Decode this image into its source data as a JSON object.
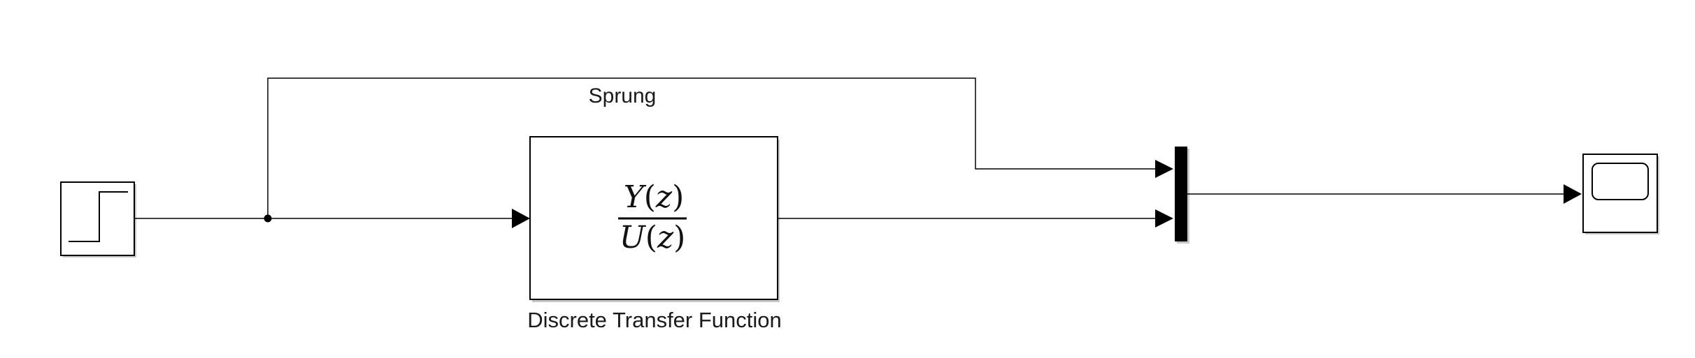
{
  "diagram": {
    "signal_label": "Sprung",
    "tf_block_label": "Discrete Transfer Function",
    "tf": {
      "numerator": "Y",
      "denominator": "U",
      "variable": "z",
      "open_paren": "(",
      "close_paren": ")"
    },
    "blocks": {
      "step": "step-icon",
      "mux": "mux-block",
      "scope": "scope-icon"
    },
    "colors": {
      "line": "#000000",
      "block_border": "#000000",
      "mux_fill": "#000000",
      "shadow": "#c8c8c8"
    }
  }
}
